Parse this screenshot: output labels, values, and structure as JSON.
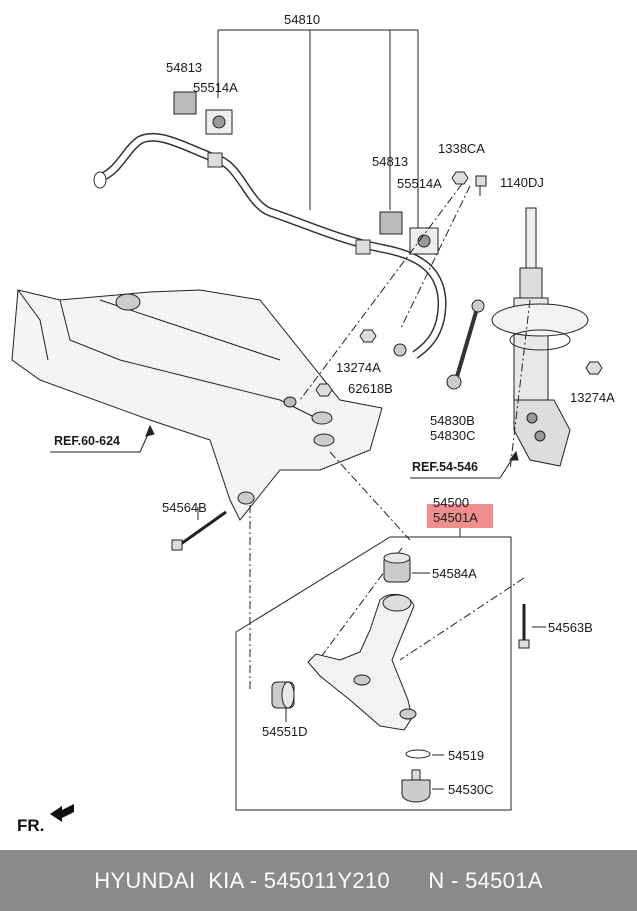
{
  "labels": {
    "p54810": "54810",
    "p54813_a": "54813",
    "p55514a_a": "55514A",
    "p54813_b": "54813",
    "p55514a_b": "55514A",
    "p1338ca": "1338CA",
    "p1140dj": "1140DJ",
    "p13274a_a": "13274A",
    "p62618b": "62618B",
    "p13274a_b": "13274A",
    "p54830b": "54830B",
    "p54830c": "54830C",
    "p54564b": "54564B",
    "p54500": "54500",
    "p54501a": "54501A",
    "p54584a": "54584A",
    "p54563b": "54563B",
    "p54551d": "54551D",
    "p54519": "54519",
    "p54530c": "54530C"
  },
  "refs": {
    "ref_60_624": "REF.60-624",
    "ref_54_546": "REF.54-546"
  },
  "direction_label": "FR.",
  "footer": {
    "text": "HYUNDAI  KIA - 545011Y210      N - 54501A"
  },
  "colors": {
    "highlight": "#ee8e8e",
    "footer_bg": "#8a8a8a",
    "footer_text": "#ffffff"
  }
}
